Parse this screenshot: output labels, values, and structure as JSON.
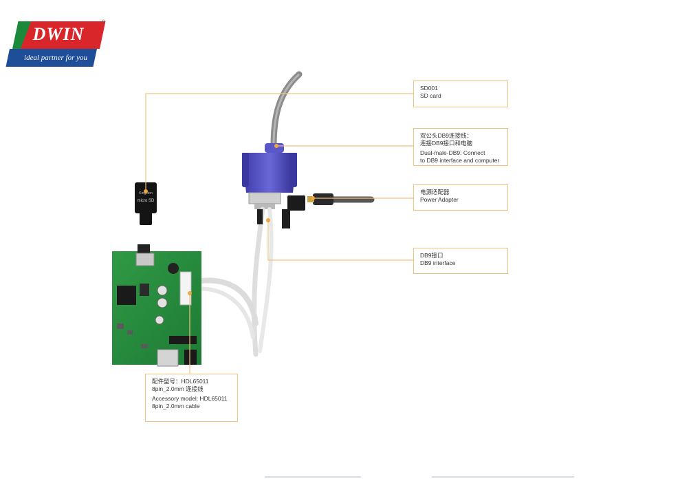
{
  "brand": {
    "name": "DWIN",
    "registered": "®",
    "tagline": "ideal partner for you",
    "colors": {
      "red": "#d8262a",
      "green": "#1a8a3a",
      "blue": "#1f4e99"
    }
  },
  "callouts": {
    "sd_card": {
      "line1": "SD001",
      "line2": "SD card"
    },
    "db9_cable": {
      "zh1": "双公头DB9连接线：",
      "zh2": "连接DB9接口和电脑",
      "en1": "Dual-male-DB9: Connect",
      "en2": "to DB9 interface and computer"
    },
    "power": {
      "zh": "电源适配器",
      "en": "Power Adapter"
    },
    "db9_port": {
      "zh": "DB9接口",
      "en": "DB9 interface"
    },
    "accessory": {
      "zh1": "配件型号：HDL65011",
      "zh2": "8pin_2.0mm 连接线",
      "en1": "Accessory model: HDL65011",
      "en2": "8pin_2.0mm cable"
    }
  },
  "sd_card_label": {
    "brand": "Kingston",
    "type": "micro SD"
  },
  "accent_color": "#f1a640"
}
